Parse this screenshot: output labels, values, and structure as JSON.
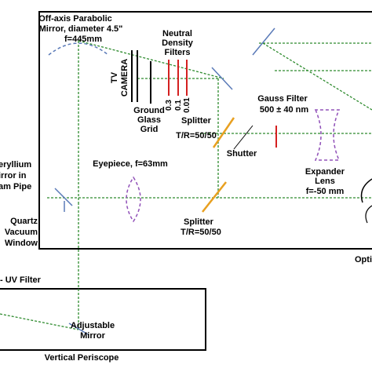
{
  "labels": {
    "mirror_name": "Off-axis Parabolic",
    "mirror_diameter": "Mirror, diameter 4.5\"",
    "mirror_focal": "f=445mm",
    "nd_line1": "Neutral",
    "nd_line2": "Density",
    "nd_line3": "Filters",
    "tv_line1": "TV",
    "tv_line2": "CAMERA",
    "nd_value_1": "0.3",
    "nd_value_2": "0.1",
    "nd_value_3": "0.01",
    "ground_line1": "Ground",
    "ground_line2": "Glass",
    "ground_line3": "Grid",
    "splitter_top": "Splitter",
    "splitter_top_ratio": "T/R=50/50",
    "gauss_line1": "Gauss Filter",
    "gauss_line2": "500 ± 40 nm",
    "shutter": "Shutter",
    "eyepiece": "Eyepiece, f=63mm",
    "expander_line1": "Expander",
    "expander_line2": "Lens",
    "expander_line3": "f=-50 mm",
    "beryllium_line1": "eryllium",
    "beryllium_line2": "irror in",
    "beryllium_line3": "am Pipe",
    "quartz_line1": "Quartz",
    "quartz_line2": "Vacuum",
    "quartz_line3": "Window",
    "splitter_bottom": "Splitter",
    "splitter_bottom_ratio": "T/R=50/50",
    "optic_partial": "Opti",
    "uv_filter": "- UV Filter",
    "adjustable_line1": "Adjustable",
    "adjustable_line2": "Mirror",
    "periscope": "Vertical Periscope"
  },
  "colors": {
    "beam_green": "#2e8b2e",
    "filter_red": "#d42020",
    "splitter_orange": "#e8a020",
    "lens_purple": "#9050b8",
    "mirror_blue": "#5a7ab8",
    "outline": "#000000"
  }
}
